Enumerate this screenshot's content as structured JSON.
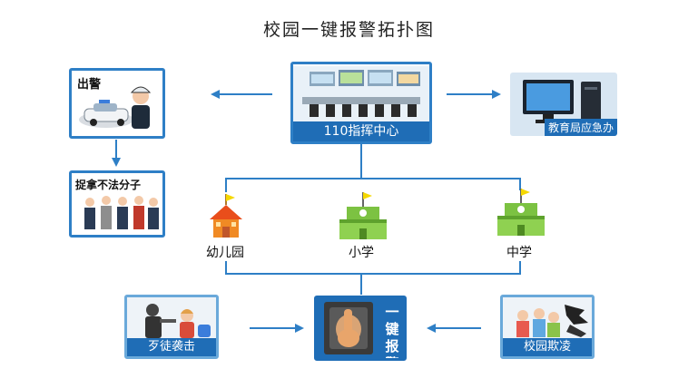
{
  "title": "校园一键报警拓扑图",
  "nodes": {
    "command_center": {
      "label": "110指挥中心"
    },
    "dispatch": {
      "label": "出警"
    },
    "arrest": {
      "label": "捉拿不法分子"
    },
    "education_office": {
      "label": "教育局应急办"
    },
    "kindergarten": {
      "label": "幼儿园"
    },
    "primary_school": {
      "label": "小学"
    },
    "middle_school": {
      "label": "中学"
    },
    "one_key_alarm": {
      "label": "一键报警",
      "chars": [
        "一",
        "键",
        "报",
        "警"
      ]
    },
    "attack": {
      "label": "歹徒袭击"
    },
    "bullying": {
      "label": "校园欺凌"
    }
  },
  "colors": {
    "accent": "#2e7fc6",
    "bar": "#1f6db6",
    "school_green": "#7cc242",
    "kindergarten_orange": "#f08a24",
    "flag_yellow": "#f5d800"
  }
}
